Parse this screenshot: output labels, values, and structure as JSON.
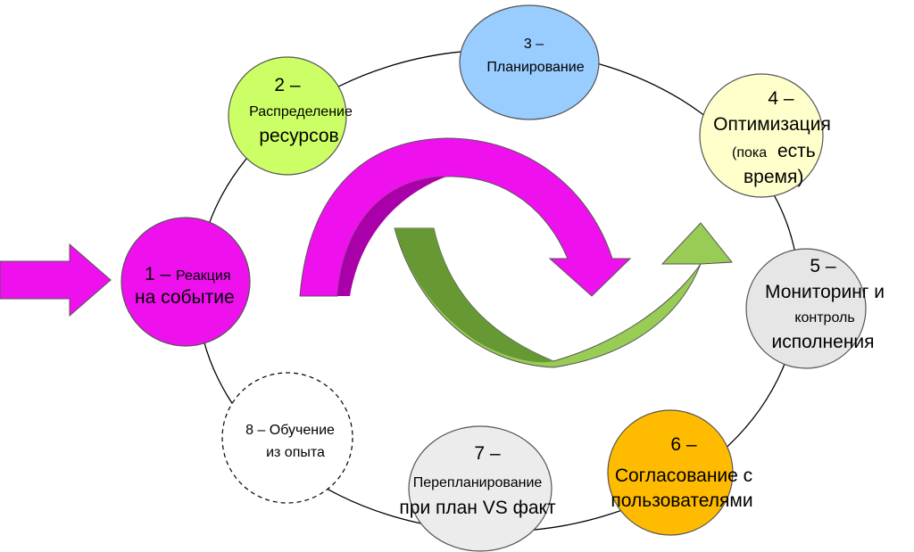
{
  "colors": {
    "magenta": "#ee11ee",
    "magenta_dark": "#aa00aa",
    "green_light": "#99cc55",
    "green_dark": "#669933",
    "circle_2": "#ccff66",
    "circle_3": "#99ccff",
    "circle_4": "#ffffcc",
    "circle_5": "#e6e6e6",
    "circle_6": "#ffbb00",
    "circle_7": "#ececec",
    "circle_8": "#ffffff"
  },
  "steps": [
    {
      "lines": [
        "1 –",
        "Реакция",
        "на событие"
      ]
    },
    {
      "lines": [
        "2 –",
        "Распределение",
        "ресурсов"
      ]
    },
    {
      "lines": [
        "3 –",
        "Планирование"
      ]
    },
    {
      "lines": [
        "4 –",
        "Оптимизация",
        "(пока",
        "есть",
        "время)"
      ]
    },
    {
      "lines": [
        "5 –",
        "Мониторинг и",
        "контроль",
        "исполнения"
      ]
    },
    {
      "lines": [
        "6 –",
        "Согласование с",
        "пользователями"
      ]
    },
    {
      "lines": [
        "7 –",
        "Перепланирование",
        "при план VS факт"
      ]
    },
    {
      "lines": [
        "8 – Обучение",
        "из опыта"
      ]
    }
  ]
}
